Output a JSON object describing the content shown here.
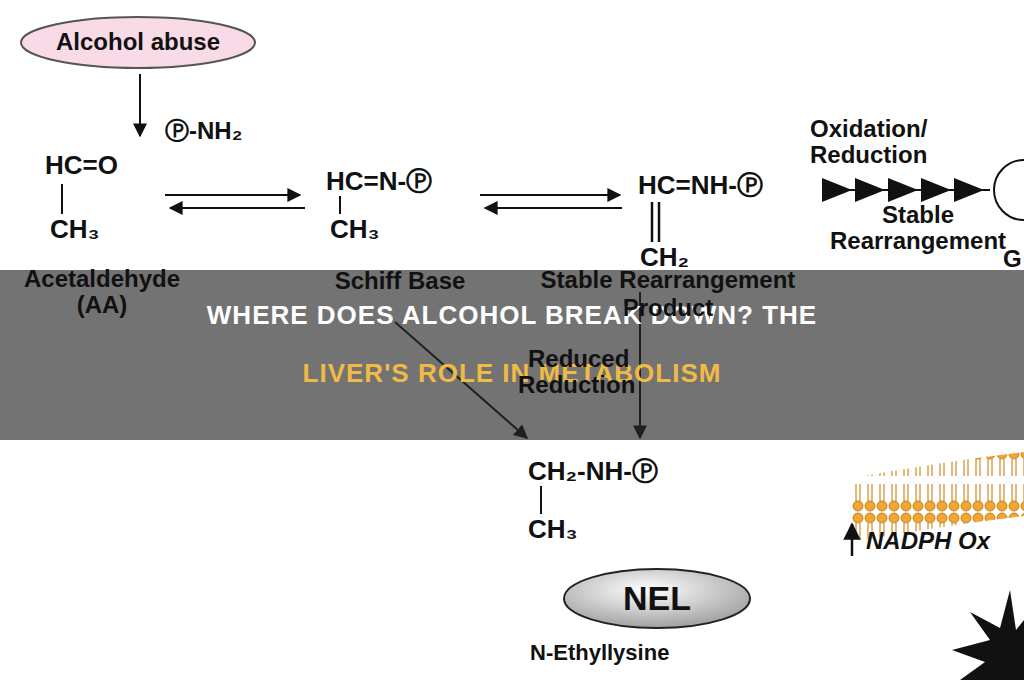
{
  "diagram": {
    "title": "WHERE DOES ALCOHOL BREAK DOWN? THE LIVER'S ROLE IN METABOLISM",
    "nodes": [
      {
        "text": [
          "Alcohol abuse"
        ]
      },
      {
        "text": [
          "NEL"
        ]
      }
    ],
    "labels": [
      "Ⓟ-NH₂",
      "HC=O",
      "CH₃",
      "Acetaldehyde (AA)",
      "HC=N-Ⓟ",
      "CH₃",
      "Schiff Base",
      "HC=NH-Ⓟ",
      "CH₂",
      "Stable Rearrangement Product",
      "Oxidation/ Reduction",
      "Stable Rearrangement",
      "G",
      "Reduced",
      "Reduction",
      "CH₂-NH-Ⓟ",
      "CH₃",
      "N-Ethyllysine",
      "NADPH Ox"
    ]
  }
}
